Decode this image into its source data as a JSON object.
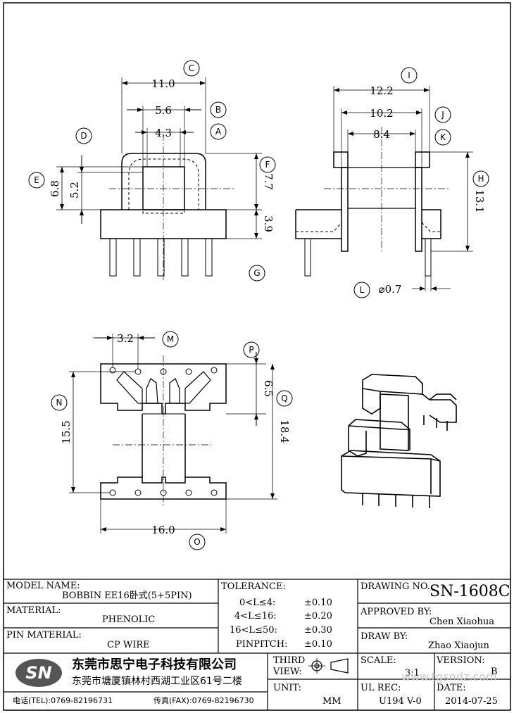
{
  "dimensions": {
    "d11_0": "11.0",
    "d5_6": "5.6",
    "d4_3": "4.3",
    "d6_8": "6.8",
    "d5_2": "5.2",
    "d7_7": "7.7",
    "d3_9": "3.9",
    "d12_2": "12.2",
    "d10_2": "10.2",
    "d8_4": "8.4",
    "d13_1": "13.1",
    "d0_7": "⌀0.7",
    "d3_2": "3.2",
    "d6_5": "6.5",
    "d15_5": "15.5",
    "d18_4": "18.4",
    "d16_0": "16.0"
  },
  "callouts": [
    "A",
    "B",
    "C",
    "D",
    "E",
    "F",
    "G",
    "H",
    "I",
    "J",
    "K",
    "L",
    "M",
    "N",
    "O",
    "P",
    "Q"
  ],
  "title_block": {
    "model_name_label": "MODEL NAME:",
    "model_name": "BOBBIN EE16卧式(5+5PIN)",
    "material_label": "MATERIAL:",
    "material": "PHENOLIC",
    "pin_material_label": "PIN MATERIAL:",
    "pin_material": "CP WIRE",
    "tolerance_label": "TOLERANCE:",
    "tolerance_rows": [
      {
        "range": "0<L≤4:",
        "value": "±0.10"
      },
      {
        "range": "4<L≤16:",
        "value": "±0.20"
      },
      {
        "range": "16<L≤50:",
        "value": "±0.30"
      },
      {
        "range": "PINPITCH:",
        "value": "±0.10"
      }
    ],
    "drawing_no_label": "DRAWING NO.",
    "drawing_no": "SN-1608C",
    "approved_by_label": "APPROVED BY:",
    "approved_by": "Chen  Xiaohua",
    "draw_by_label": "DRAW BY:",
    "draw_by": "Zhao  Xiaojun",
    "logo": "SN",
    "company": "东莞市思宁电子科技有限公司",
    "address": "东莞市塘厦镇林村西湖工业区61号二楼",
    "tel": "电话(TEL):0769-82196731",
    "fax": "传真(FAX):0769-82196730",
    "third_view_label": "THIRD",
    "third_view_label2": "VIEW:",
    "unit_label": "UNIT:",
    "unit": "MM",
    "scale_label": "SCALE:",
    "scale": "3:1",
    "version_label": "VERSION:",
    "version": "B",
    "ul_rec_label": "UL REC:",
    "ul_rec": "U194 V-0",
    "date_label": "DATE:",
    "date": "2014-07-25",
    "watermark": "www.tgsndz.com"
  }
}
